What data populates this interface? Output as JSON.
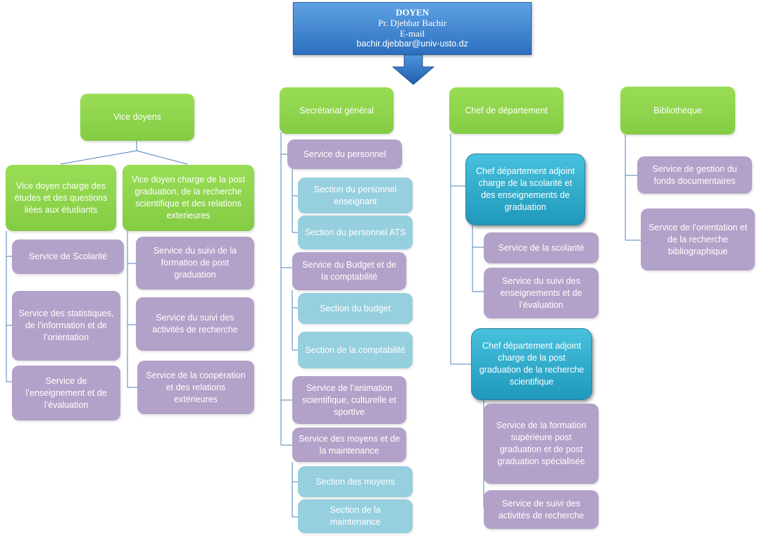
{
  "header": {
    "title": "DOYEN",
    "name": "Pr. Djebbar Bachir",
    "email_label": "E-mail",
    "email": "bachir.djebbar@univ-usto.dz"
  },
  "columns": {
    "vice_doyens": {
      "title": "Vice doyens",
      "etudes": {
        "title": "Vice doyen charge des études et des questions liées aux étudiants",
        "services": [
          "Service de Scolarité",
          "Service des statistiques, de l’information et de l’orientation",
          "Service de l’enseignement et de l’évaluation"
        ]
      },
      "post_graduation": {
        "title": "Vice doyen charge de la post graduation, de la recherche scientifique et des relations exterieures",
        "services": [
          "Service du suivi de la formation de post graduation",
          "Service du suivi des activités de recherche",
          "Service de la coopération et des relations extérieures"
        ]
      }
    },
    "secretariat": {
      "title": "Secrétariat général",
      "personnel": {
        "title": "Service du personnel",
        "sections": [
          "Section du personnel enseignant",
          "Section du personnel ATS"
        ]
      },
      "budget": {
        "title": "Service du Budget et de la comptabilité",
        "sections": [
          "Section du budget",
          "Section de la comptabilité"
        ]
      },
      "animation": {
        "title": "Service de l’animation scientifique, culturelle et sportive"
      },
      "moyens": {
        "title": "Service des moyens et de la maintenance",
        "sections": [
          "Section des moyens",
          "Section de la maintenance"
        ]
      }
    },
    "chef_departement": {
      "title": "Chef de département",
      "adjoint_scolarite": {
        "title": "Chef département adjoint charge de la scolarité et des enseignements de graduation",
        "services": [
          "Service de la scolarité",
          "Service du suivi des enseignements et de l’évaluation"
        ]
      },
      "adjoint_post_graduation": {
        "title": "Chef département adjoint charge de la post graduation de la recherche scientifique",
        "services": [
          "Service de la formation supérieure post graduation et de post graduation spécialisée",
          "Service de suivi des activités de recherche"
        ]
      }
    },
    "bibliotheque": {
      "title": "Bibliothèque",
      "services": [
        "Service de gestion du fonds documentaires",
        "Service de l’orientation et de la recherche bibliographique"
      ]
    }
  },
  "colors": {
    "green": "#8ad14b",
    "purple": "#b2a1c8",
    "light_blue": "#96cfde",
    "teal": "#2ba9cc",
    "head_blue": "#3d82d0",
    "connector": "#4f81bd"
  }
}
